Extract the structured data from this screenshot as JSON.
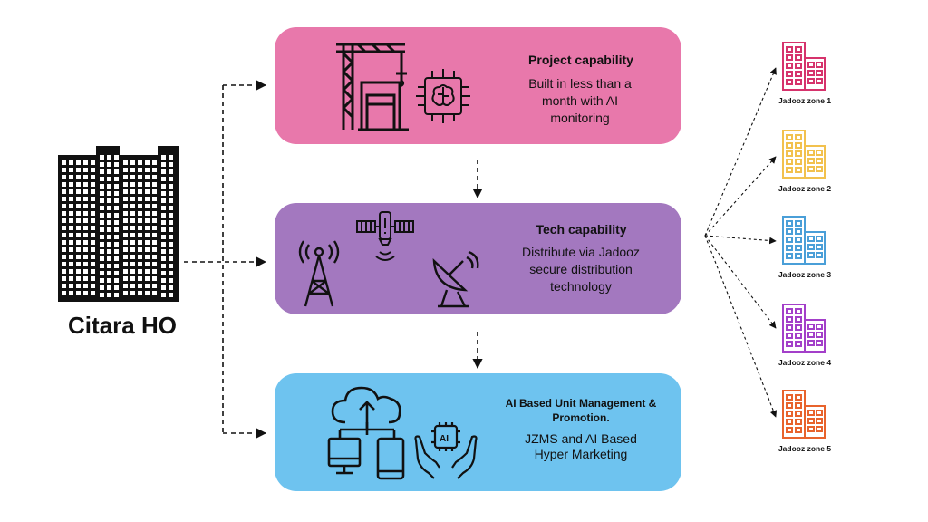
{
  "headquarters": {
    "label": "Citara HO"
  },
  "capabilities": [
    {
      "title": "Project capability",
      "description": "Built in less than a month  with AI monitoring",
      "color": "#e878ab"
    },
    {
      "title": "Tech capability",
      "description": "Distribute via Jadooz secure distribution technology",
      "color": "#a378bf"
    },
    {
      "title": "AI Based Unit Management & Promotion.",
      "description": "JZMS and AI Based Hyper Marketing",
      "color": "#6ec3ef"
    }
  ],
  "zones": [
    {
      "label": "Jadooz zone 1",
      "color": "#d6336c"
    },
    {
      "label": "Jadooz zone 2",
      "color": "#f2c14e"
    },
    {
      "label": "Jadooz zone 3",
      "color": "#4a9fd8"
    },
    {
      "label": "Jadooz zone 4",
      "color": "#a33fc9"
    },
    {
      "label": "Jadooz zone 5",
      "color": "#e8632c"
    }
  ],
  "icons": {
    "headquarters": "office-towers-icon",
    "project": [
      "construction-crane-icon",
      "ai-chip-icon"
    ],
    "tech": [
      "radio-tower-icon",
      "satellite-icon",
      "satellite-dish-icon"
    ],
    "ai": [
      "cloud-devices-icon",
      "ai-hands-icon"
    ],
    "zone": "building-icon"
  }
}
